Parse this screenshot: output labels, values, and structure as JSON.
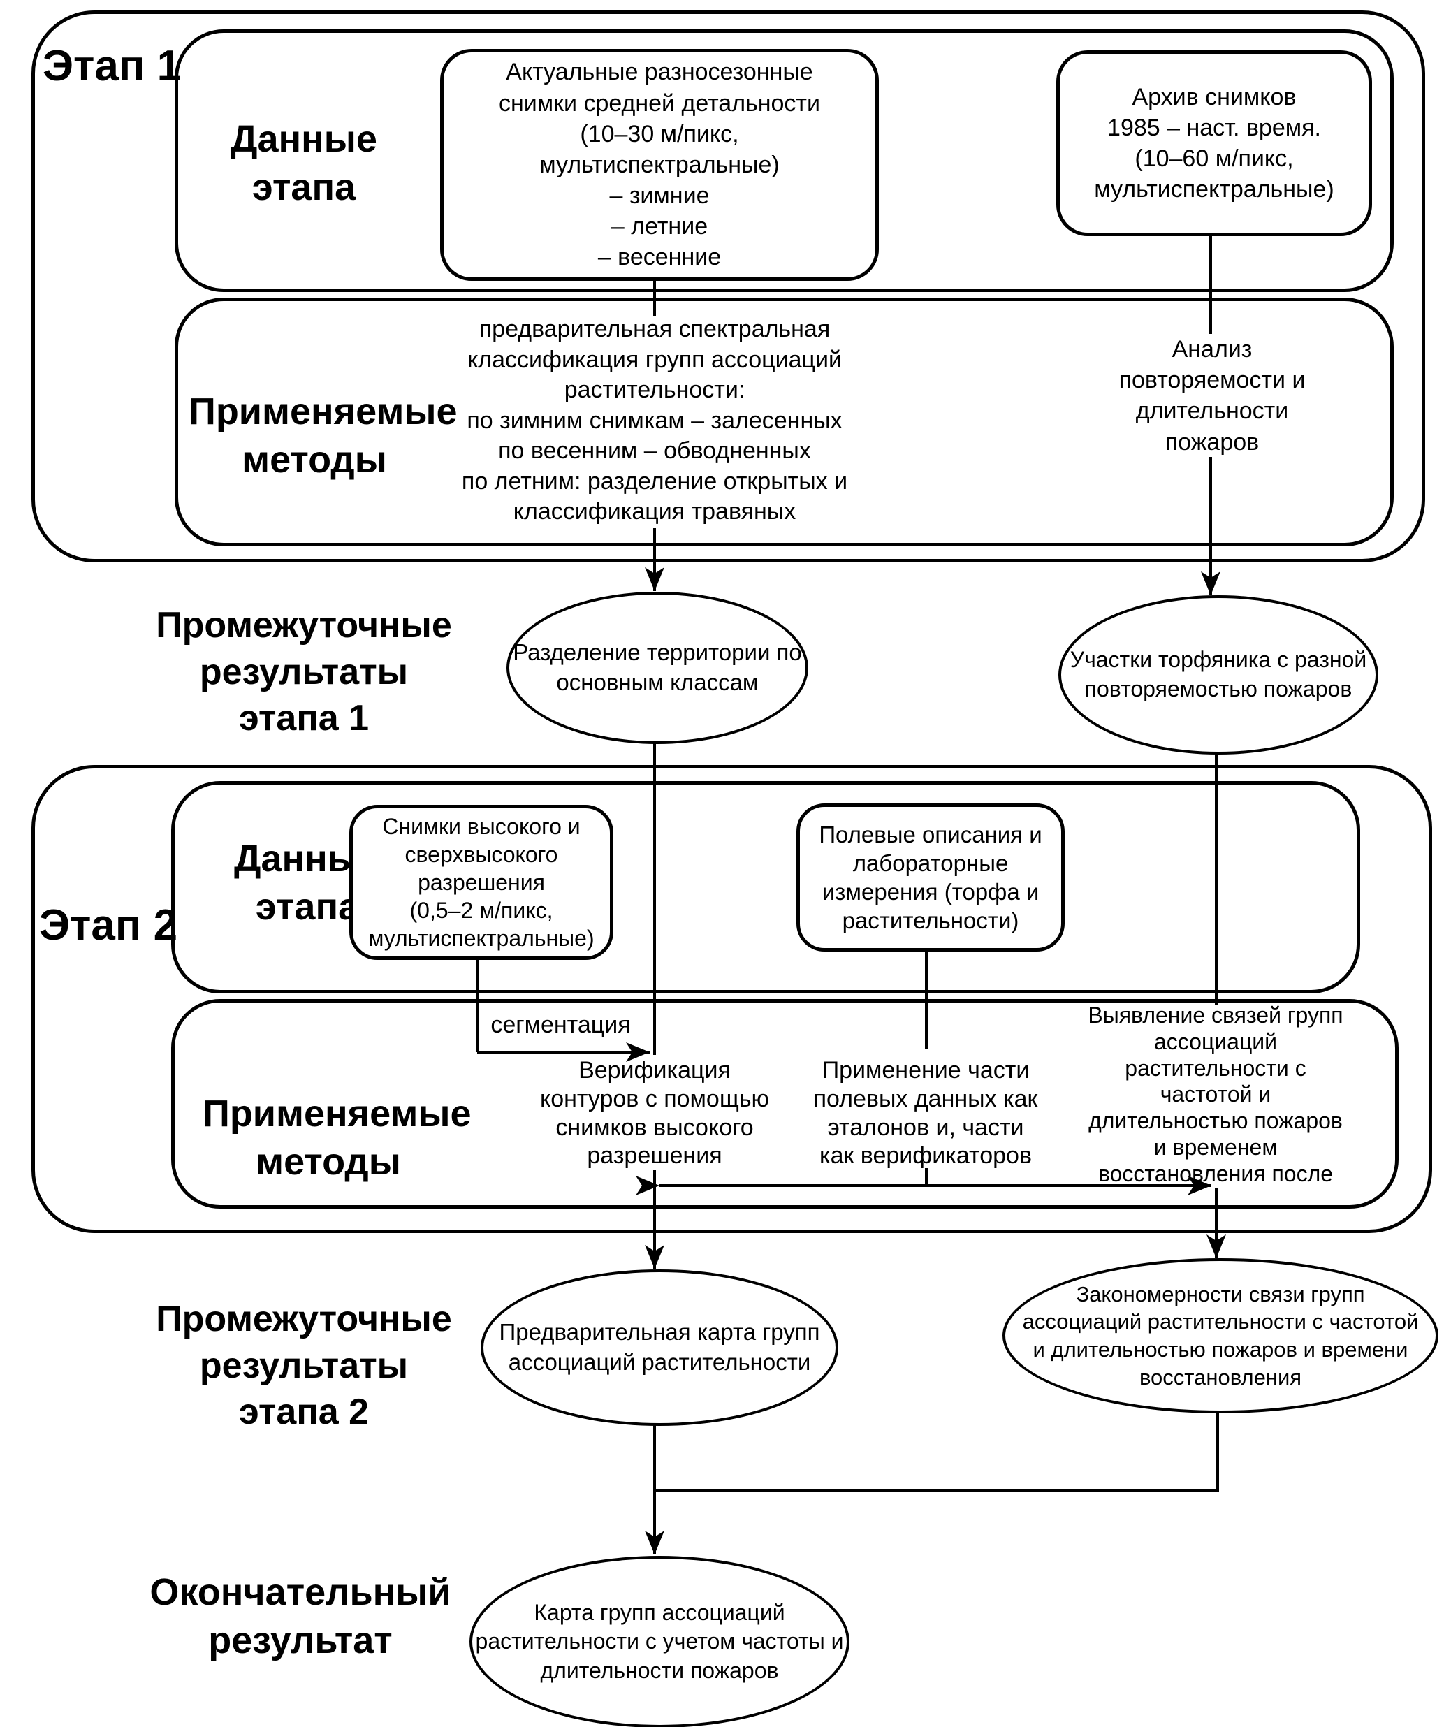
{
  "colors": {
    "background": "#ffffff",
    "line": "#000000"
  },
  "stage1": {
    "label": "Этап 1",
    "data_row": {
      "label": "Данные\nэтапа",
      "multiseason_box": "Актуальные разносезонные\nснимки средней детальности\n(10–30 м/пикс,\nмультиспектральные)\n– зимние\n– летние\n– весенние",
      "archive_box": "Архив снимков\n1985 – наст. время.\n(10–60 м/пикс,\nмультиспектральные)"
    },
    "methods_row": {
      "label": "Применяемые\nметоды",
      "classification_text": "предварительная спектральная\nклассификация групп ассоциаций\nрастительности:\nпо зимним снимкам – залесенных\nпо весенним – обводненных\nпо летним: разделение открытых и\nклассификация травяных",
      "fire_analysis_text": "Анализ\nповторяемости и\nдлительности\nпожаров"
    }
  },
  "intermediate1": {
    "label": "Промежуточные\nрезультаты\nэтапа 1",
    "left_ellipse": "Разделение территории по\nосновным классам",
    "right_ellipse": "Участки торфяника с разной\nповторяемостью пожаров"
  },
  "stage2": {
    "label": "Этап 2",
    "data_row": {
      "label": "Данные\nэтапа",
      "highres_box": "Снимки высокого и\nсверхвысокого\nразрешения\n(0,5–2 м/пикс,\nмультиспектральные)",
      "field_box": "Полевые описания и\nлабораторные\nизмерения (торфа и\nрастительности)"
    },
    "segmentation_label": "сегментация",
    "methods_row": {
      "label": "Применяемые\nметоды",
      "verification_text": "Верификация\nконтуров с помощью\nснимков высокого\nразрешения",
      "field_use_text": "Применение части\nполевых данных как\nэталонов и, части\nкак верификаторов",
      "relations_text": "Выявление связей групп\nассоциаций\nрастительности с\nчастотой и\nдлительностью пожаров\nи временем\nвосстановления после"
    }
  },
  "intermediate2": {
    "label": "Промежуточные\nрезультаты\nэтапа 2",
    "left_ellipse": "Предварительная карта групп\nассоциаций растительности",
    "right_ellipse": "Закономерности связи групп\nассоциаций растительности с частотой\nи длительностью пожаров и времени\nвосстановления"
  },
  "final": {
    "label": "Окончательный\nрезультат",
    "ellipse": "Карта групп ассоциаций\nрастительности с учетом частоты и\nдлительности пожаров"
  }
}
